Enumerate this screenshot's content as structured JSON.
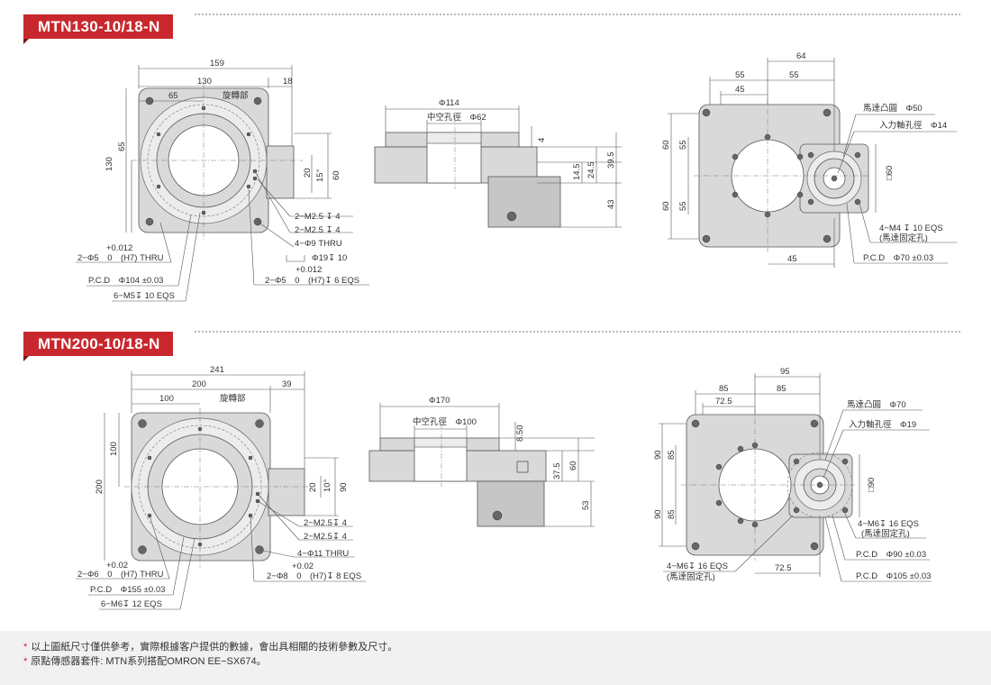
{
  "sections": [
    {
      "model": "MTN130-10/18-N",
      "front": {
        "d_159": "159",
        "d_130": "130",
        "d_65": "65",
        "d_18": "18",
        "label_rotating": "旋轉部",
        "d_65v": "65",
        "d_130v": "130",
        "d_20": "20",
        "d_15deg": "15°",
        "d_60": "60",
        "c_m25_a": "2−M2.5",
        "c_m25_b": "2−M2.5",
        "c_depth": "4",
        "c_phi9": "4−Φ9 THRU",
        "c_phi19": "Φ19",
        "c_phi19_depth": "10",
        "c_tol_a": "+0.012",
        "c_phi5a": "2−Φ5　0　(H7) THRU",
        "c_tol_b": "+0.012",
        "c_phi5b": "2−Φ5　0　(H7)",
        "c_phi5b_depth": "6 EQS",
        "c_pcd": "P.C.D　Φ104 ±0.03",
        "c_m5": "6−M5",
        "c_m5_depth": "10 EQS"
      },
      "side": {
        "d_phi114": "Φ114",
        "d_bore": "中空孔徑　Φ62",
        "d_4": "4",
        "d_145": "14.5",
        "d_245": "24.5",
        "d_395": "39.5",
        "d_43": "43"
      },
      "bottom": {
        "d_64": "64",
        "d_55a": "55",
        "d_55b": "55",
        "d_45": "45",
        "d_60a": "60",
        "d_55c": "55",
        "d_60b": "60",
        "d_55d": "55",
        "d_45b": "45",
        "c_flange": "馬達凸圓　Φ50",
        "c_shaft": "入力軸孔徑　Φ14",
        "c_sq": "□60",
        "c_m4": "4−M4",
        "c_m4_depth": "10 EQS",
        "c_m4_note": "(馬達固定孔)",
        "c_pcd": "P.C.D　Φ70 ±0.03"
      }
    },
    {
      "model": "MTN200-10/18-N",
      "front": {
        "d_241": "241",
        "d_200": "200",
        "d_100": "100",
        "d_39": "39",
        "label_rotating": "旋轉部",
        "d_100v": "100",
        "d_200v": "200",
        "d_20": "20",
        "d_10deg": "10°",
        "d_90": "90",
        "c_m25_a": "2−M2.5",
        "c_m25_b": "2−M2.5",
        "c_depth": "4",
        "c_phi11": "4−Φ11 THRU",
        "c_tol_a": "+0.02",
        "c_phi6": "2−Φ6　0　(H7) THRU",
        "c_tol_b": "+0.02",
        "c_phi8": "2−Φ8　0　(H7)",
        "c_phi8_depth": "8 EQS",
        "c_pcd": "P.C.D　Φ155 ±0.03",
        "c_m6": "6−M6",
        "c_m6_depth": "12 EQS"
      },
      "side": {
        "d_phi170": "Φ170",
        "d_bore": "中空孔徑　Φ100",
        "d_850": "8.50",
        "d_375": "37.5",
        "d_60": "60",
        "d_53": "53"
      },
      "bottom": {
        "d_95": "95",
        "d_85a": "85",
        "d_85b": "85",
        "d_725a": "72.5",
        "d_90a": "90",
        "d_85c": "85",
        "d_90b": "90",
        "d_85d": "85",
        "d_725b": "72.5",
        "c_flange": "馬達凸圓　Φ70",
        "c_shaft": "入力軸孔徑　Φ19",
        "c_sq": "□90",
        "c_m6a": "4−M6",
        "c_m6a_depth": "16 EQS",
        "c_m6a_note": "(馬達固定孔)",
        "c_m6b": "4−M6",
        "c_m6b_depth": "16 EQS",
        "c_m6b_note": "(馬達固定孔)",
        "c_pcd1": "P.C.D　Φ90 ±0.03",
        "c_pcd2": "P.C.D　Φ105 ±0.03"
      }
    }
  ],
  "notes": [
    "以上圖紙尺寸僅供參考，實際根據客户提供的數據，會出具相關的技術參數及尺寸。",
    "原點傳感器套件: MTN系列搭配OMRON EE−SX674。"
  ],
  "depth_symbol": "↧",
  "accent_color": "#c8282d"
}
